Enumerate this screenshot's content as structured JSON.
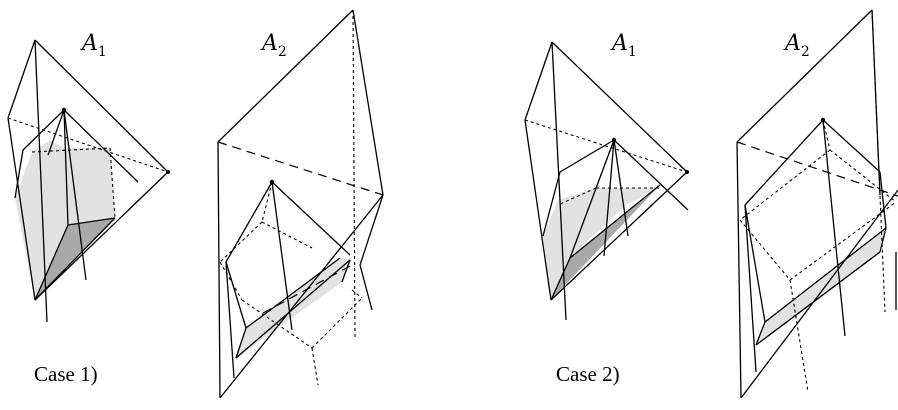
{
  "labels": {
    "case1_a1": {
      "main": "A",
      "sub": "1"
    },
    "case1_a2": {
      "main": "A",
      "sub": "2"
    },
    "case2_a1": {
      "main": "A",
      "sub": "1"
    },
    "case2_a2": {
      "main": "A",
      "sub": "2"
    }
  },
  "captions": {
    "case1": "Case 1)",
    "case2": "Case 2)"
  }
}
